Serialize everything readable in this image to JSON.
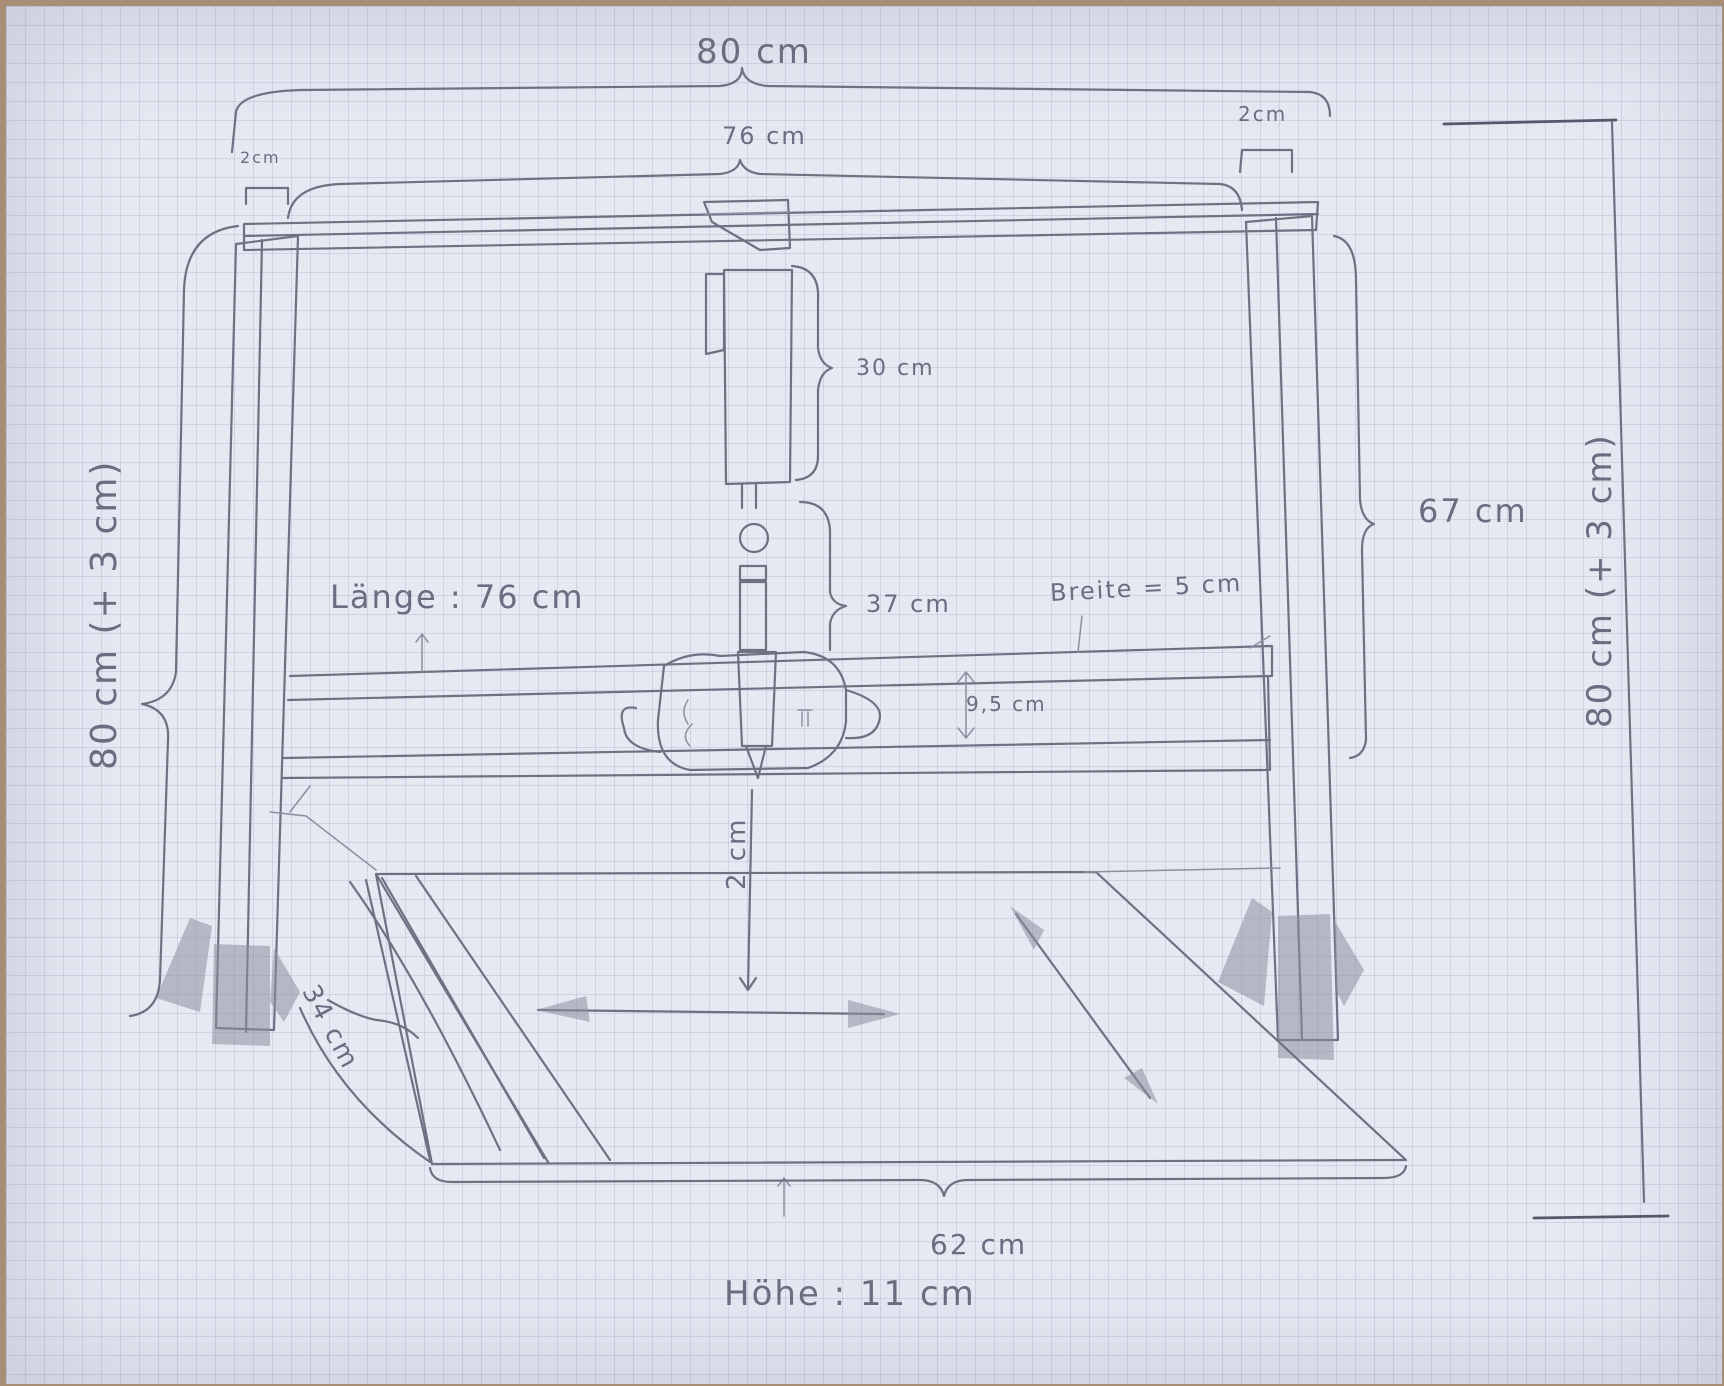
{
  "labels": {
    "total_width": "80 cm",
    "inner_width": "76 cm",
    "post_width_left": "2cm",
    "post_width_right": "2cm",
    "left_height": "80 cm  (+ 3 cm)",
    "motor_length": "30 cm",
    "spindle_length": "37 cm",
    "beam_length": "Länge : 76 cm",
    "beam_width": "Breite = 5 cm",
    "beam_height": "9,5 cm",
    "right_inner_height": "67 cm",
    "right_height": "80 cm  (+ 3 cm)",
    "tool_gap": "2 cm",
    "table_depth": "34 cm",
    "table_width": "62 cm",
    "table_height": "Höhe : 11 cm"
  }
}
